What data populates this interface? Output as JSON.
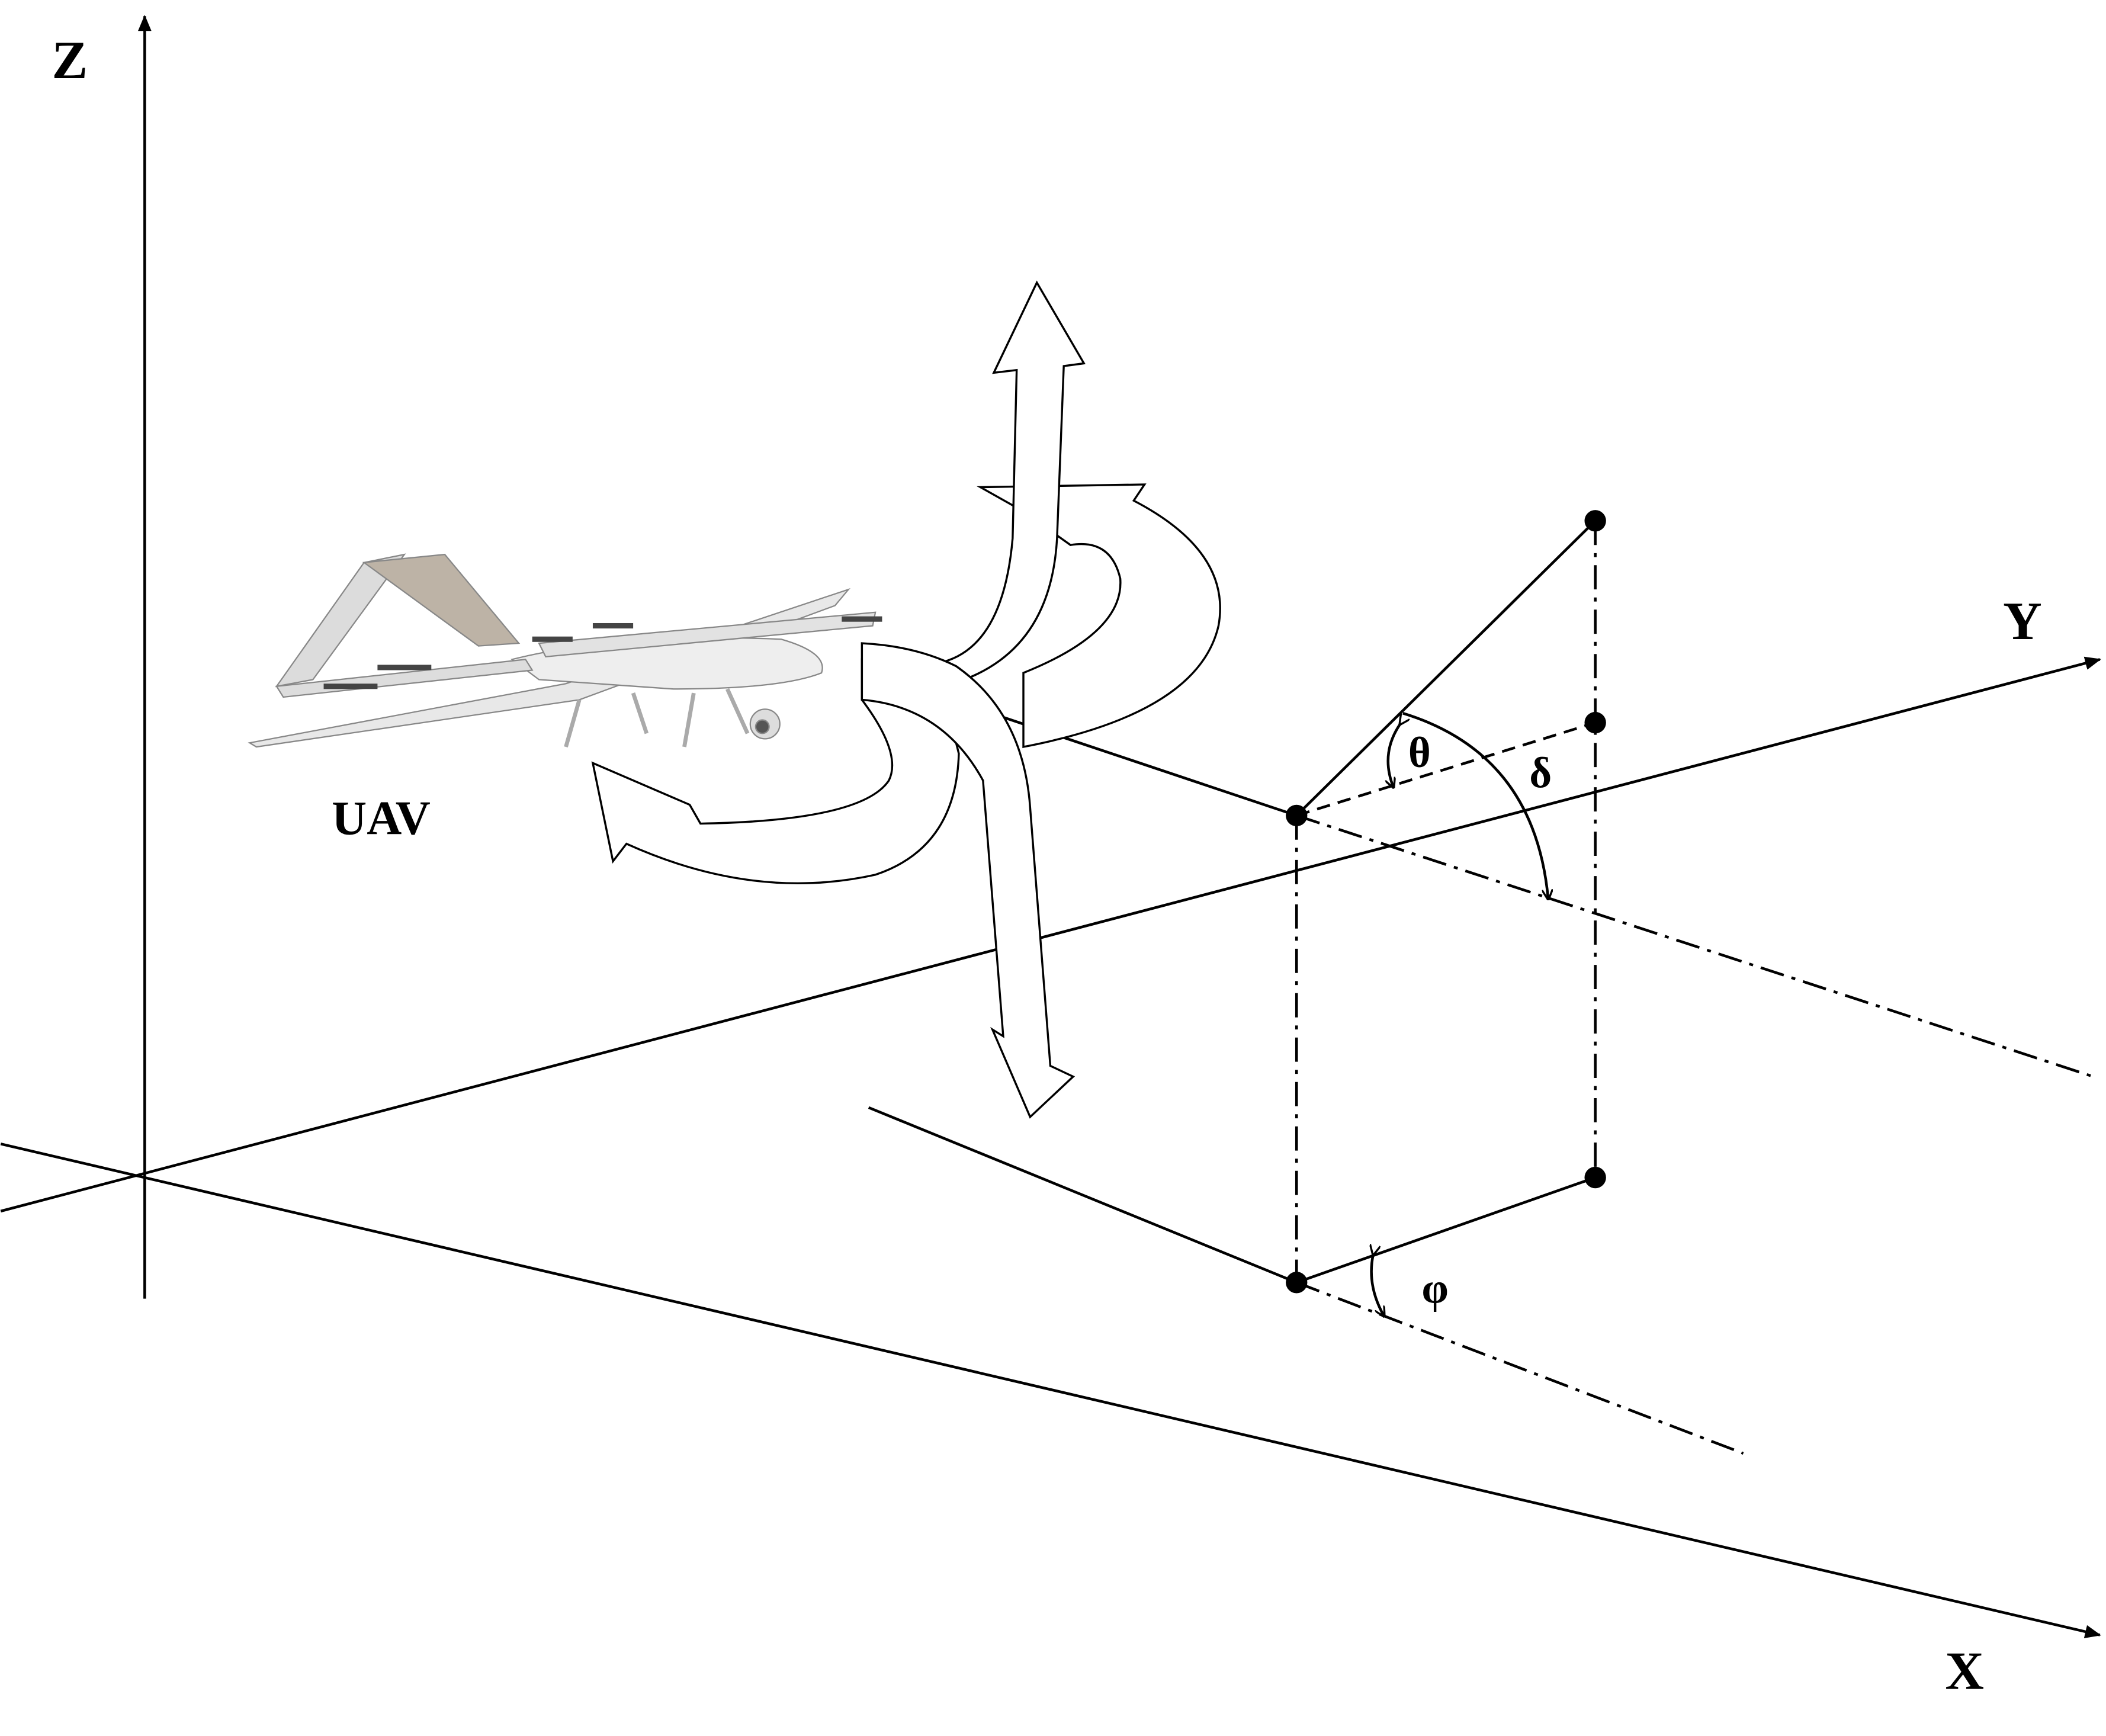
{
  "axes": {
    "x_label": "X",
    "y_label": "Y",
    "z_label": "Z"
  },
  "object_label": "UAV",
  "angles": {
    "theta": "θ",
    "delta": "δ",
    "phi": "φ"
  },
  "colors": {
    "line": "#000000",
    "background": "#ffffff",
    "uav_body": "#e8e8e8"
  }
}
